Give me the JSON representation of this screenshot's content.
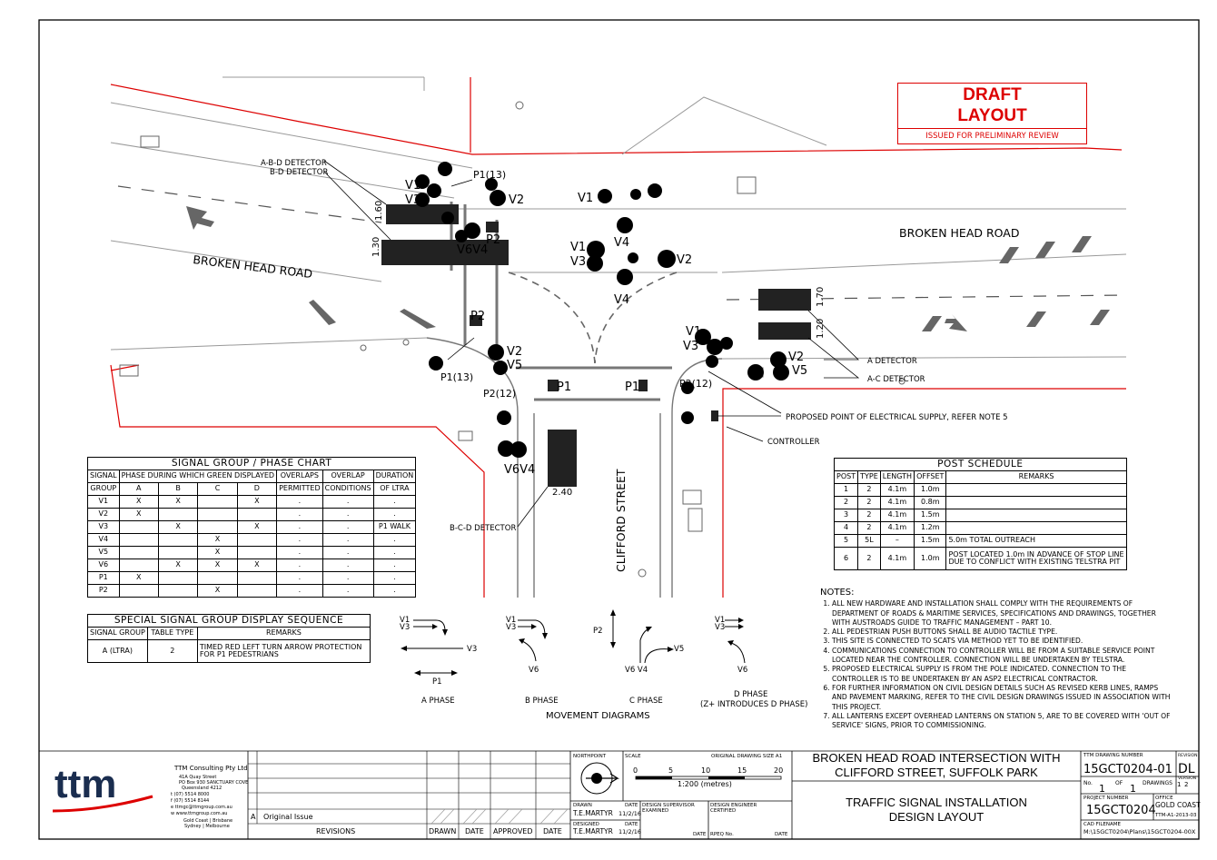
{
  "draft_stamp": {
    "line1": "DRAFT",
    "line2": "LAYOUT",
    "subtitle": "ISSUED FOR PRELIMINARY REVIEW"
  },
  "plan_labels": {
    "road_left": "BROKEN HEAD ROAD",
    "road_right": "BROKEN HEAD ROAD",
    "side_street": "CLIFFORD STREET",
    "det_abd": "A-B-D DETECTOR",
    "det_bd": "B-D DETECTOR",
    "det_a": "A DETECTOR",
    "det_ac": "A-C DETECTOR",
    "det_bcd": "B-C-D DETECTOR",
    "supply": "PROPOSED POINT OF ELECTRICAL SUPPLY, REFER NOTE 5",
    "controller": "CONTROLLER",
    "dim_160": "1.60",
    "dim_130": "1.30",
    "dim_170": "1.70",
    "dim_120": "1.20",
    "dim_240": "2.40",
    "v1": "V1",
    "v2": "V2",
    "v3": "V3",
    "v4": "V4",
    "v5": "V5",
    "v6": "V6",
    "v6v4": "V6V4",
    "p1": "P1",
    "p2": "P2",
    "p1_13": "P1(13)",
    "p2_12": "P2(12)"
  },
  "signal_chart": {
    "title": "SIGNAL GROUP / PHASE CHART",
    "h_signal": "SIGNAL",
    "h_group": "GROUP",
    "h_phase": "PHASE DURING WHICH GREEN DISPLAYED",
    "h_overlaps1": "OVERLAPS",
    "h_overlaps2": "PERMITTED",
    "h_overlap1": "OVERLAP",
    "h_overlap2": "CONDITIONS",
    "h_duration1": "DURATION",
    "h_duration2": "OF LTRA",
    "phases": [
      "A",
      "B",
      "C",
      "D"
    ],
    "rows": [
      [
        "V1",
        "X",
        "X",
        "",
        "X",
        ".",
        ".",
        "."
      ],
      [
        "V2",
        "X",
        "",
        "",
        "",
        ".",
        ".",
        "."
      ],
      [
        "V3",
        "",
        "X",
        "",
        "X",
        ".",
        ".",
        "P1 WALK"
      ],
      [
        "V4",
        "",
        "",
        "X",
        "",
        ".",
        ".",
        "."
      ],
      [
        "V5",
        "",
        "",
        "X",
        "",
        ".",
        ".",
        "."
      ],
      [
        "V6",
        "",
        "X",
        "X",
        "X",
        ".",
        ".",
        "."
      ],
      [
        "P1",
        "X",
        "",
        "",
        "",
        ".",
        ".",
        "."
      ],
      [
        "P2",
        "",
        "",
        "X",
        "",
        ".",
        ".",
        "."
      ]
    ]
  },
  "special_sequence": {
    "title": "SPECIAL SIGNAL GROUP DISPLAY SEQUENCE",
    "headers": [
      "SIGNAL GROUP",
      "TABLE TYPE",
      "REMARKS"
    ],
    "row": {
      "group": "A (LTRA)",
      "type": "2",
      "remarks1": "TIMED RED LEFT TURN ARROW PROTECTION",
      "remarks2": "FOR P1 PEDESTRIANS"
    }
  },
  "post_schedule": {
    "title": "POST SCHEDULE",
    "headers": [
      "POST",
      "TYPE",
      "LENGTH",
      "OFFSET",
      "REMARKS"
    ],
    "rows": [
      [
        "1",
        "2",
        "4.1m",
        "1.0m",
        ""
      ],
      [
        "2",
        "2",
        "4.1m",
        "0.8m",
        ""
      ],
      [
        "3",
        "2",
        "4.1m",
        "1.5m",
        ""
      ],
      [
        "4",
        "2",
        "4.1m",
        "1.2m",
        ""
      ],
      [
        "5",
        "5L",
        "–",
        "1.5m",
        "5.0m TOTAL OUTREACH"
      ]
    ],
    "row6": {
      "post": "6",
      "type": "2",
      "length": "4.1m",
      "offset": "1.0m",
      "remarks1": "POST LOCATED 1.0m IN ADVANCE OF STOP LINE",
      "remarks2": "DUE TO CONFLICT WITH EXISTING TELSTRA PIT"
    }
  },
  "notes": {
    "title": "NOTES:",
    "items": [
      "ALL NEW HARDWARE AND INSTALLATION SHALL COMPLY WITH THE REQUIREMENTS OF DEPARTMENT OF ROADS & MARITIME SERVICES, SPECIFICATIONS AND DRAWINGS, TOGETHER WITH AUSTROADS GUIDE TO TRAFFIC MANAGEMENT – PART 10.",
      "ALL PEDESTRIAN PUSH BUTTONS SHALL BE AUDIO TACTILE TYPE.",
      "THIS SITE IS CONNECTED TO SCATS VIA METHOD YET TO BE IDENTIFIED.",
      "COMMUNICATIONS CONNECTION TO CONTROLLER WILL BE FROM A SUITABLE SERVICE POINT LOCATED NEAR THE CONTROLLER. CONNECTION WILL BE UNDERTAKEN BY TELSTRA.",
      "PROPOSED ELECTRICAL SUPPLY IS FROM THE POLE INDICATED. CONNECTION TO THE CONTROLLER IS TO BE UNDERTAKEN BY AN ASP2 ELECTRICAL CONTRACTOR.",
      "FOR FURTHER INFORMATION ON CIVIL DESIGN DETAILS SUCH AS REVISED KERB LINES, RAMPS AND PAVEMENT MARKING, REFER TO THE CIVIL DESIGN DRAWINGS ISSUED IN ASSOCIATION WITH THIS PROJECT.",
      "ALL LANTERNS EXCEPT OVERHEAD LANTERNS ON STATION 5, ARE TO BE COVERED WITH 'OUT OF SERVICE' SIGNS, PRIOR TO COMMISSIONING."
    ]
  },
  "movement": {
    "title": "MOVEMENT DIAGRAMS",
    "a_phase": "A PHASE",
    "b_phase": "B PHASE",
    "c_phase": "C PHASE",
    "d_phase": "D PHASE",
    "d_sub": "(Z+ INTRODUCES D PHASE)",
    "v1": "V1",
    "v3": "V3",
    "v5": "V5",
    "v6": "V6",
    "v6v4": "V6 V4",
    "p1": "P1",
    "p2": "P2"
  },
  "title_block": {
    "company": "TTM Consulting Pty Ltd",
    "logo": "ttm",
    "address": [
      "41A Quay Street",
      "PO Box 930 SANCTUARY COVE",
      "Queensland 4212"
    ],
    "contact": [
      "t   (07) 5514 8000",
      "f   (07) 5514 8144",
      "e   ttmgc@ttmgroup.com.au",
      "w  www.ttmgroup.com.au"
    ],
    "offices": [
      "Gold Coast | Brisbane",
      "Sydney | Melbourne"
    ],
    "revision_letter": "A",
    "revision_desc": "Original Issue",
    "rev_headers": [
      "REVISIONS",
      "DRAWN",
      "DATE",
      "APPROVED",
      "DATE"
    ],
    "northpoint": "NORTHPOINT",
    "scale_label": "SCALE",
    "orig_size": "ORIGINAL DRAWING SIZE A1",
    "scale_ticks": [
      "0",
      "5",
      "10",
      "15",
      "20"
    ],
    "scale_text": "1:200 (metres)",
    "drawn_label": "DRAWN",
    "drawn_by": "T.E.MARTYR",
    "drawn_date": "11/2/16",
    "date_label": "DATE",
    "designed_label": "DESIGNED",
    "designed_by": "T.E.MARTYR",
    "designed_date": "11/2/16",
    "supervisor": "DESIGN SUPERVISOR",
    "examined": "EXAMINED",
    "engineer": "DESIGN ENGINEER",
    "certified": "CERTIFIED",
    "rpeq": "RPEQ No.",
    "title1": "BROKEN HEAD ROAD INTERSECTION WITH",
    "title2": "CLIFFORD STREET, SUFFOLK PARK",
    "title3": "TRAFFIC SIGNAL INSTALLATION",
    "title4": "DESIGN LAYOUT",
    "dwg_label": "TTM DRAWING NUMBER",
    "dwg_number": "15GCT0204-01",
    "rev_label": "REVISION",
    "rev_value": "DL",
    "version": "VERSION",
    "no_label": "No.",
    "no_value": "1",
    "of_label": "OF",
    "of_value": "1",
    "drawings_label": "DRAWINGS",
    "drawings_vals": [
      "1",
      "2"
    ],
    "project_label": "PROJECT NUMBER",
    "project_number": "15GCT0204",
    "office_label": "OFFICE",
    "office": "GOLD COAST",
    "template": "TTM-A1-2013-03",
    "cad_label": "CAD FILENAME",
    "cad_file": "M:\\15GCT0204\\Plans\\15GCT0204-00X"
  },
  "colors": {
    "red": "#dd0000",
    "road_grey": "#8a8a8a",
    "frame": "#000000"
  }
}
